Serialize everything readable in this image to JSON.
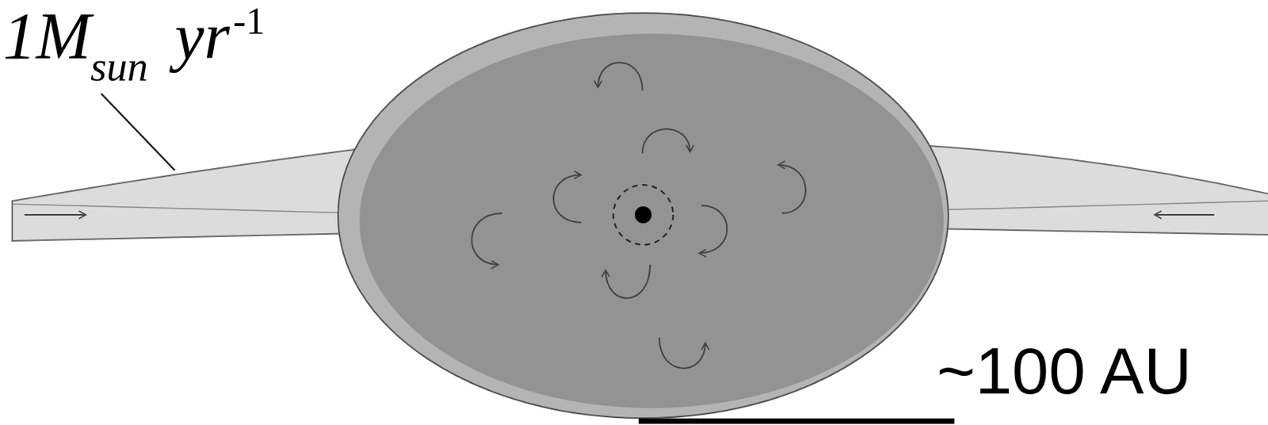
{
  "diagram": {
    "labels": [
      "1M",
      "sun",
      "yr",
      "-1",
      "~100 AU"
    ]
  }
}
